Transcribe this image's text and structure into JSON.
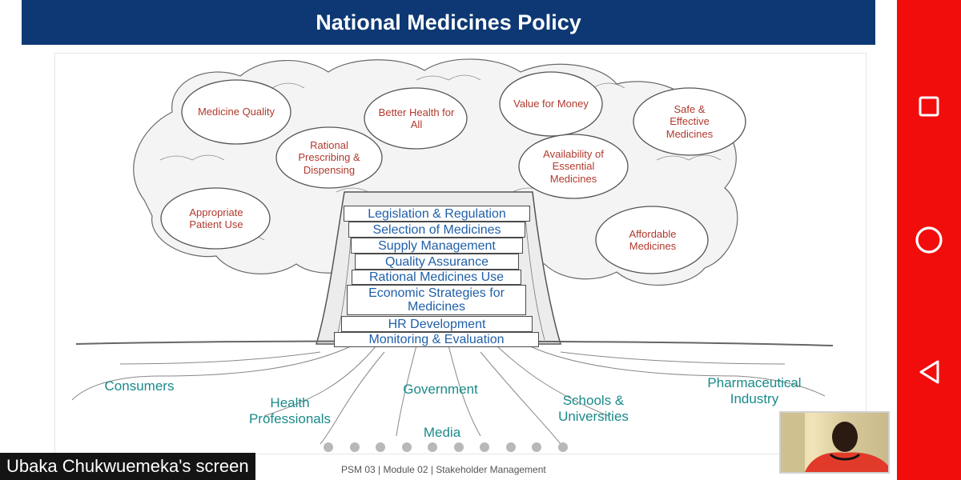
{
  "slide": {
    "title": "National Medicines Policy",
    "fruits": [
      {
        "id": "medicine-quality",
        "text": "Medicine Quality"
      },
      {
        "id": "better-health",
        "text": "Better Health for All"
      },
      {
        "id": "value-for-money",
        "text": "Value for Money"
      },
      {
        "id": "safe-effective",
        "text": "Safe & Effective Medicines"
      },
      {
        "id": "rational-prescribing",
        "text": "Rational Prescribing & Dispensing"
      },
      {
        "id": "availability",
        "text": "Availability of Essential Medicines"
      },
      {
        "id": "appropriate-use",
        "text": "Appropriate Patient Use"
      },
      {
        "id": "affordable",
        "text": "Affordable Medicines"
      }
    ],
    "trunk_components": [
      "Legislation & Regulation",
      "Selection of Medicines",
      "Supply Management",
      "Quality Assurance",
      "Rational Medicines Use",
      "Economic Strategies for Medicines",
      "HR Development",
      "Monitoring & Evaluation"
    ],
    "roots": [
      "Consumers",
      "Health Professionals",
      "Government",
      "Media",
      "Schools & Universities",
      "Pharmaceutical Industry"
    ],
    "footer": "PSM 03 | Module 02 | Stakeholder Management"
  },
  "screen_share": {
    "label": "Ubaka Chukwuemeka's screen"
  },
  "pagination": {
    "count": 10
  },
  "colors": {
    "title_bg": "#0d3873",
    "nav_bar": "#f20d0d",
    "fruit_text": "#b03a2e",
    "trunk_text": "#1f5fa8",
    "root_text": "#1a8a8a"
  },
  "nav": {
    "icons": [
      "square-icon",
      "circle-icon",
      "triangle-back-icon"
    ]
  }
}
